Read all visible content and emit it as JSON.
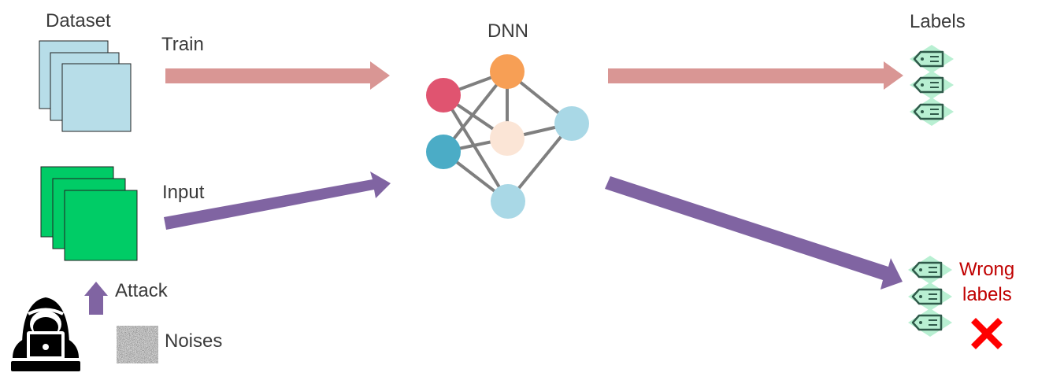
{
  "labels": {
    "dataset": "Dataset",
    "train": "Train",
    "dnn": "DNN",
    "labels": "Labels",
    "input": "Input",
    "attack": "Attack",
    "noises": "Noises",
    "wrong_line1": "Wrong",
    "wrong_line2": "labels"
  },
  "colors": {
    "train_arrow": "#d99694",
    "attack_arrow": "#8064a2",
    "dataset_fill": "#b7dde8",
    "input_fill": "#00cc66",
    "edge": "#7f7f7f",
    "node_red": "#e05470",
    "node_orange": "#f79f55",
    "node_teal": "#4bacc6",
    "node_peach": "#fbe5d6",
    "node_lightblue": "#a9d8e6",
    "tag_fill": "#b8efd2",
    "tag_stroke": "#2f5a4a",
    "wrong_mark": "#ff0000"
  },
  "icons": {
    "hacker": "hacker-laptop-icon",
    "noise": "noise-texture-icon",
    "tag": "label-tag-icon",
    "wrong": "red-cross-icon"
  }
}
